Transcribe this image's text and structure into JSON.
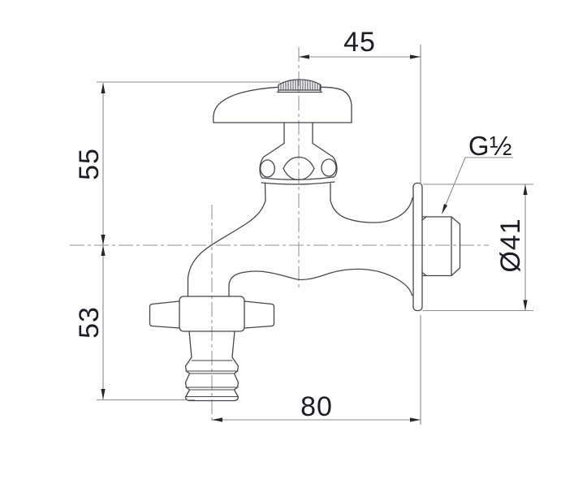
{
  "drawing": {
    "type": "technical-dimension-drawing",
    "subject": "Wall-mounted bib tap with cross handle, wall flange and hose union outlet (side view)",
    "colors": {
      "background": "#ffffff",
      "part_outline": "#45454e",
      "dimension_lines": "#8b8b90",
      "text": "#1c1c24"
    }
  },
  "dimensions": {
    "width_top": "45",
    "height_upper": "55",
    "height_lower": "53",
    "width_bottom": "80",
    "thread_label": "G½",
    "diameter_label": "Ø41"
  }
}
